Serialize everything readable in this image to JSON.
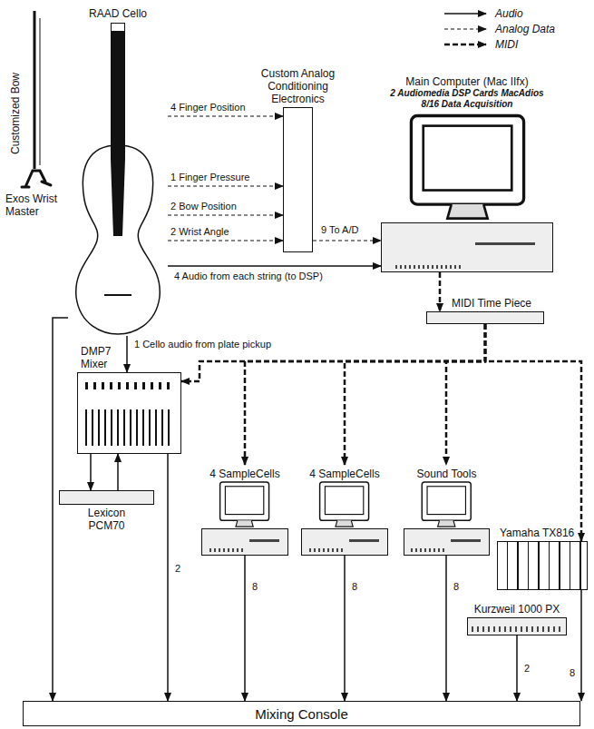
{
  "diagram": {
    "nodes": [
      {
        "text": [
          "RAAD Cello"
        ]
      },
      {
        "text": [
          "Custom Analog Conditioning Electronics"
        ]
      },
      {
        "text": [
          "Main Computer (Mac IIfx)",
          "2 Audiomedia DSP Cards MacAdios 8/16 Data Acquisition"
        ]
      },
      {
        "text": [
          "MIDI Time Piece"
        ]
      },
      {
        "text": [
          "DMP7 Mixer"
        ]
      },
      {
        "text": [
          "Lexicon PCM70"
        ]
      },
      {
        "text": [
          "4 SampleCells"
        ]
      },
      {
        "text": [
          "4 SampleCells"
        ]
      },
      {
        "text": [
          "Sound Tools"
        ]
      },
      {
        "text": [
          "Yamaha TX816"
        ]
      },
      {
        "text": [
          "Kurzweil 1000 PX"
        ]
      },
      {
        "text": [
          "Mixing Console"
        ]
      }
    ],
    "edges": [
      {
        "from": 0,
        "to": 1,
        "label": "4 Finger Position",
        "arrow": "to"
      },
      {
        "from": 0,
        "to": 1,
        "label": "1 Finger Pressure",
        "arrow": "to"
      },
      {
        "from": 0,
        "to": 1,
        "label": "2 Bow Position",
        "arrow": "to"
      },
      {
        "from": 0,
        "to": 1,
        "label": "2 Wrist Angle",
        "arrow": "to"
      },
      {
        "from": 1,
        "to": 2,
        "label": "9 To A/D",
        "arrow": "to"
      },
      {
        "from": 0,
        "to": 2,
        "label": "4 Audio from each string (to DSP)",
        "arrow": "to"
      },
      {
        "from": 0,
        "to": 4,
        "label": "1 Cello audio from plate pickup",
        "arrow": "to"
      },
      {
        "from": 0,
        "to": 11,
        "arrow": "to"
      },
      {
        "from": 2,
        "to": 3,
        "arrow": "to"
      },
      {
        "from": 3,
        "to": 4,
        "arrow": "to"
      },
      {
        "from": 3,
        "to": 6,
        "arrow": "to"
      },
      {
        "from": 3,
        "to": 7,
        "arrow": "to"
      },
      {
        "from": 3,
        "to": 8,
        "arrow": "to"
      },
      {
        "from": 3,
        "to": 9,
        "arrow": "to"
      },
      {
        "from": 4,
        "to": 5,
        "arrow": "to"
      },
      {
        "from": 5,
        "to": 4,
        "arrow": "to"
      },
      {
        "from": 4,
        "to": 11,
        "label": "2",
        "arrow": "to"
      },
      {
        "from": 6,
        "to": 11,
        "label": "8",
        "arrow": "to"
      },
      {
        "from": 7,
        "to": 11,
        "label": "8",
        "arrow": "to"
      },
      {
        "from": 8,
        "to": 11,
        "label": "8",
        "arrow": "to"
      },
      {
        "from": 9,
        "to": 11,
        "label": "8",
        "arrow": "to"
      },
      {
        "from": 10,
        "to": 11,
        "label": "2",
        "arrow": "to"
      }
    ],
    "labels": [
      "Customized Bow",
      "Exos Wrist Master"
    ],
    "legend": [
      {
        "text": "Audio"
      },
      {
        "text": "Analog Data"
      },
      {
        "text": "MIDI"
      }
    ]
  }
}
